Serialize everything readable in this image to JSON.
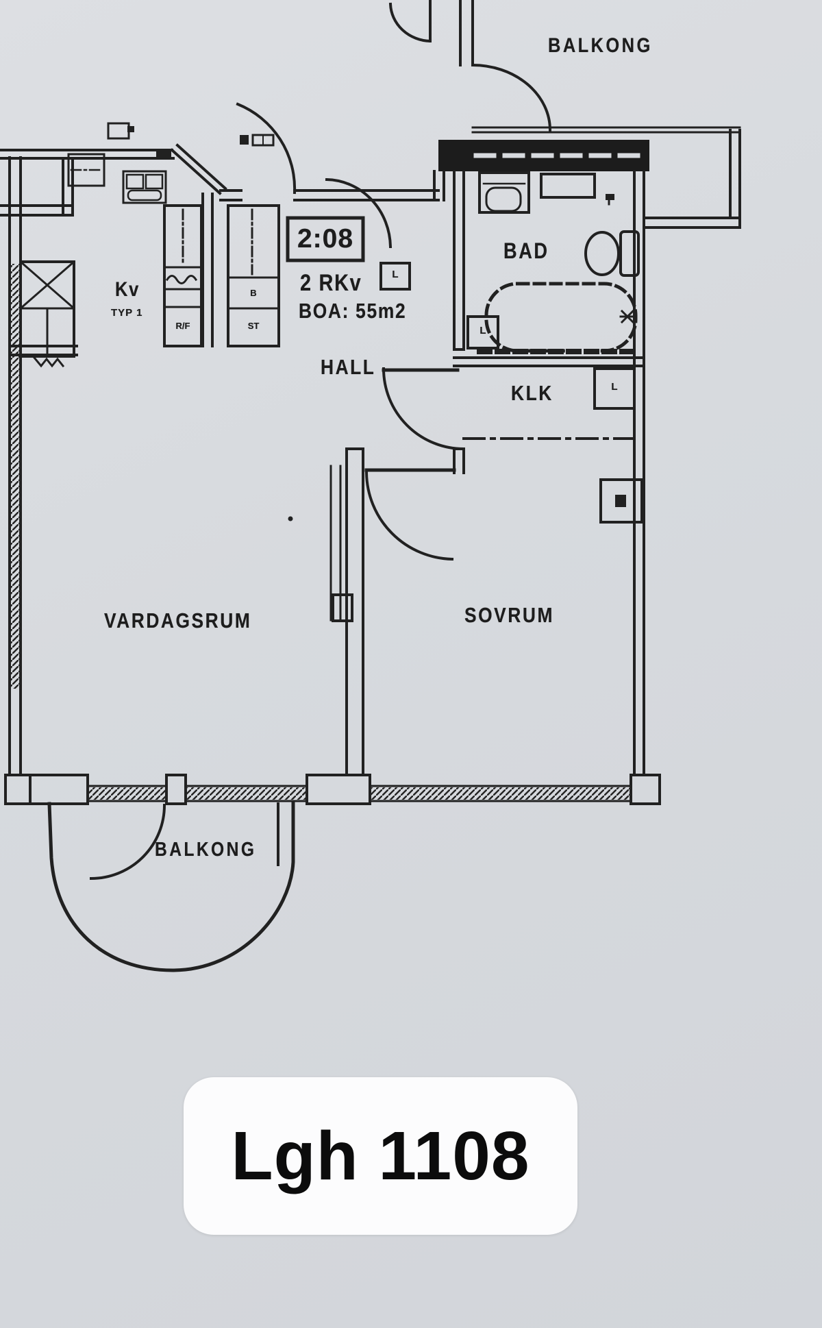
{
  "photo": {
    "paper_color": "#d7dade",
    "ink_color": "#202020"
  },
  "plan": {
    "plan_number": "2:08",
    "type_line": "2 RKv",
    "area_line": "BOA: 55m2",
    "kitchen_label": "Kv",
    "kitchen_type": "TYP 1",
    "rooms": {
      "hall": "HALL",
      "bathroom": "BAD",
      "walkin_closet": "KLK",
      "living_room": "VARDAGSRUM",
      "bedroom": "SOVRUM",
      "balcony_top": "BALKONG",
      "balcony_bottom": "BALKONG"
    },
    "cabinets": {
      "fridge_freezer": "R/F",
      "cleaning": "ST",
      "b_cabinet": "B",
      "linen": "L"
    }
  },
  "badge": {
    "label": "Lgh 1108",
    "bg": "#fcfcfd",
    "text_color": "#0c0c0c"
  }
}
